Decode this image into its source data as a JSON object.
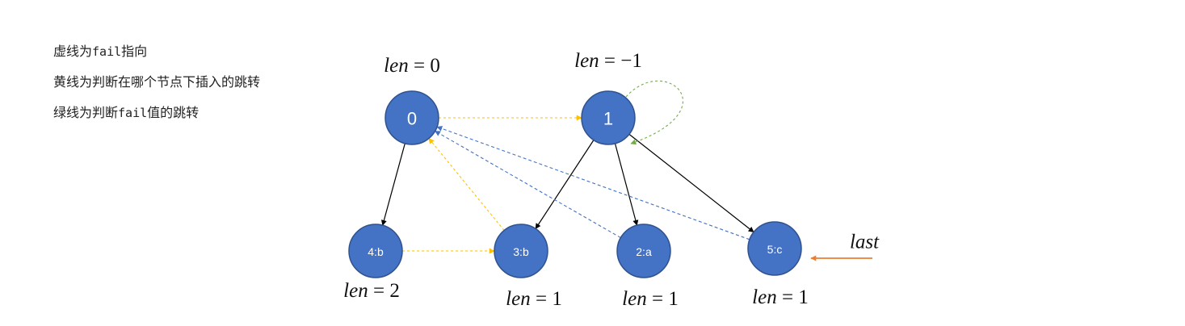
{
  "legend": {
    "line1_pre": "虚线为",
    "line1_code": "fail",
    "line1_post": "指向",
    "line2": "黄线为判断在哪个节点下插入的跳转",
    "line3_pre": "绿线为判断",
    "line3_code": "fail",
    "line3_post": "值的跳转"
  },
  "colors": {
    "node_fill": "#4472c4",
    "node_stroke": "#2f528f",
    "trie_edge": "#000000",
    "fail_edge": "#4472c4",
    "insert_jump": "#ffc000",
    "fail_jump": "#70ad47",
    "last_pointer": "#ed7d31"
  },
  "nodes": [
    {
      "id": "0",
      "label": "0",
      "len_var": "len",
      "len_op": " = ",
      "len_val": "0"
    },
    {
      "id": "1",
      "label": "1",
      "len_var": "len",
      "len_op": " = ",
      "len_val": "−1"
    },
    {
      "id": "4",
      "label": "4:b",
      "len_var": "len",
      "len_op": " = ",
      "len_val": "2"
    },
    {
      "id": "3",
      "label": "3:b",
      "len_var": "len",
      "len_op": " = ",
      "len_val": "1"
    },
    {
      "id": "2",
      "label": "2:a",
      "len_var": "len",
      "len_op": " = ",
      "len_val": "1"
    },
    {
      "id": "5",
      "label": "5:c",
      "len_var": "len",
      "len_op": " = ",
      "len_val": "1"
    }
  ],
  "edges": [
    {
      "from": "0",
      "to": "4",
      "kind": "trie"
    },
    {
      "from": "1",
      "to": "3",
      "kind": "trie"
    },
    {
      "from": "1",
      "to": "2",
      "kind": "trie"
    },
    {
      "from": "1",
      "to": "5",
      "kind": "trie"
    },
    {
      "from": "2",
      "to": "0",
      "kind": "fail"
    },
    {
      "from": "5",
      "to": "0",
      "kind": "fail"
    },
    {
      "from": "0",
      "to": "1",
      "kind": "insert"
    },
    {
      "from": "4",
      "to": "3",
      "kind": "insert"
    },
    {
      "from": "3",
      "to": "0",
      "kind": "insert"
    },
    {
      "from": "1",
      "to": "1",
      "kind": "self-fail"
    }
  ],
  "pointer": {
    "label": "last",
    "target": "5"
  }
}
